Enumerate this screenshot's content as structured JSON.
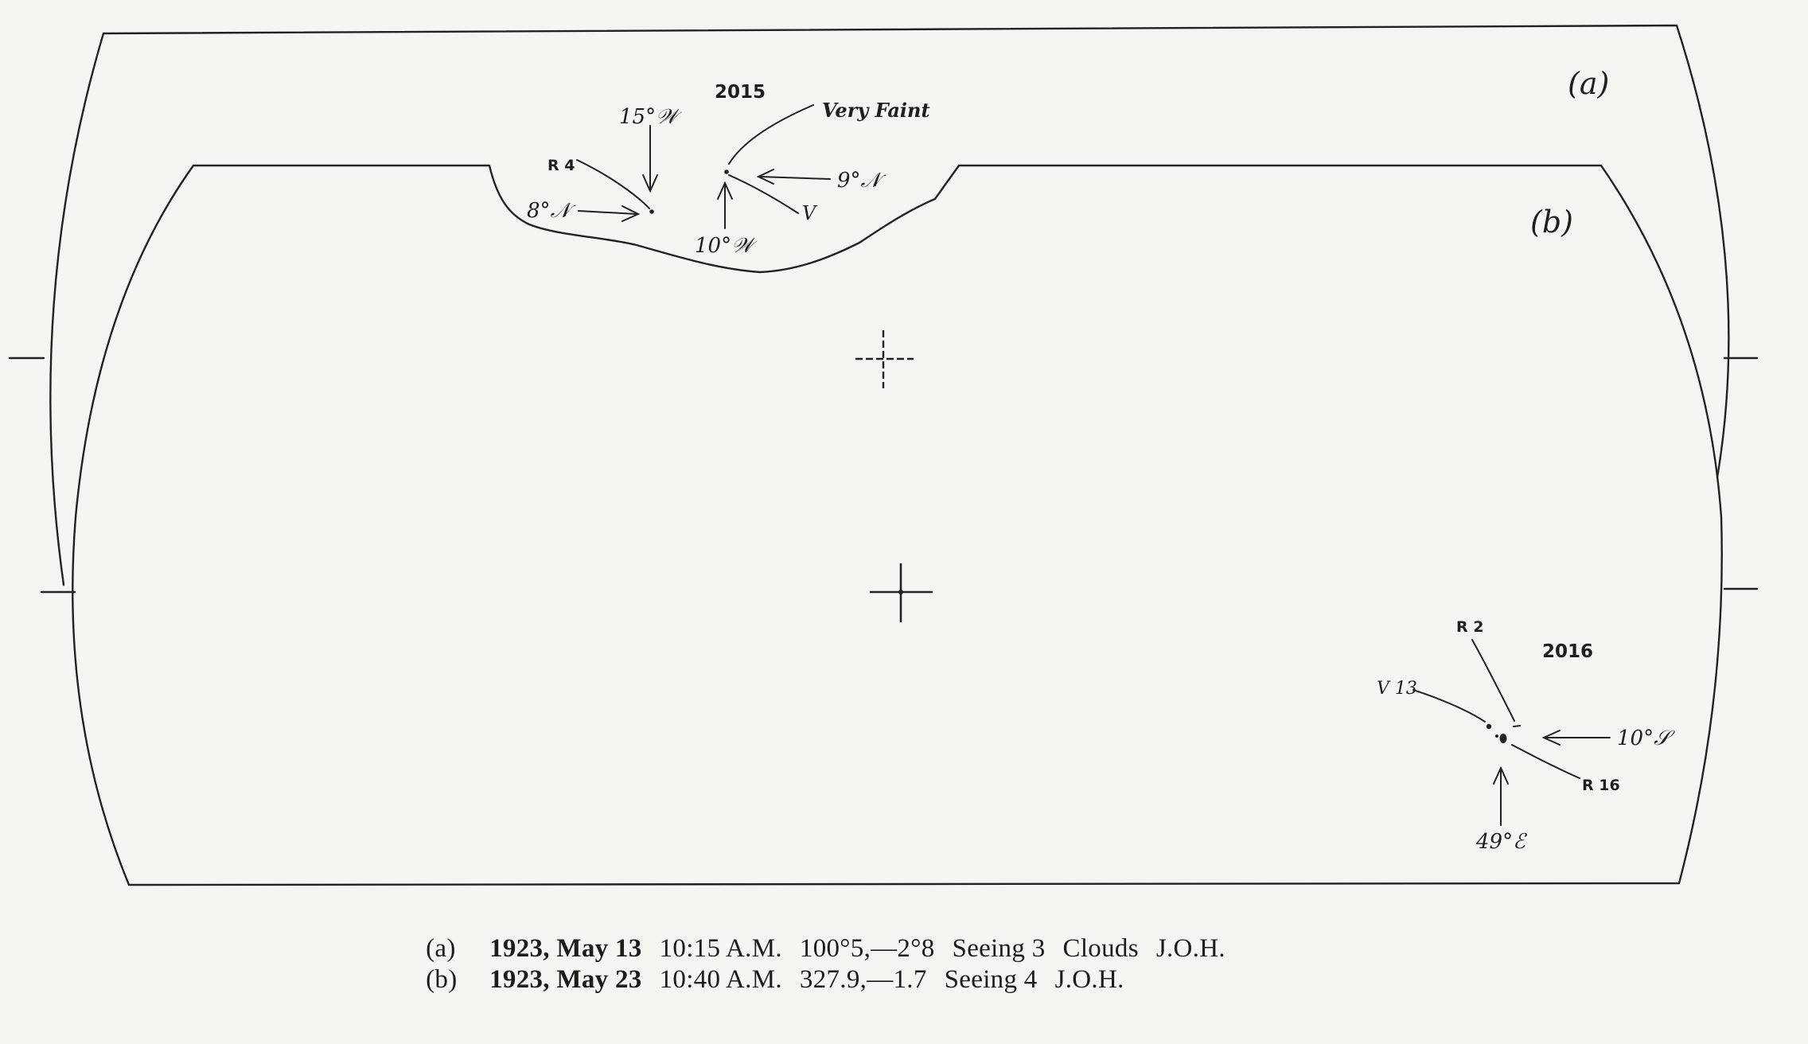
{
  "panel_labels": {
    "a": "(a)",
    "b": "(b)"
  },
  "groups": {
    "g2015": {
      "id": "2015",
      "labels": {
        "very_faint": "Very Faint",
        "w15": "15°𝒲",
        "r4": "R 4",
        "n9": "9°𝒩",
        "n8": "8°𝒩",
        "v": "V",
        "w10": "10°𝒲"
      }
    },
    "g2016": {
      "id": "2016",
      "labels": {
        "r2": "R 2",
        "v13": "V 13",
        "s10": "10°𝒮",
        "r16": "R 16",
        "e49": "49°ℰ"
      }
    }
  },
  "captions": [
    {
      "letter": "(a)",
      "date": "1923, May 13",
      "time": "10:15 A.M.",
      "coords": "100°5,—2°8",
      "seeing": "Seeing 3",
      "extra": "Clouds",
      "observer": "J.O.H."
    },
    {
      "letter": "(b)",
      "date": "1923, May 23",
      "time": "10:40 A.M.",
      "coords": "327.9,—1.7",
      "seeing": "Seeing 4",
      "extra": "",
      "observer": "J.O.H."
    }
  ]
}
